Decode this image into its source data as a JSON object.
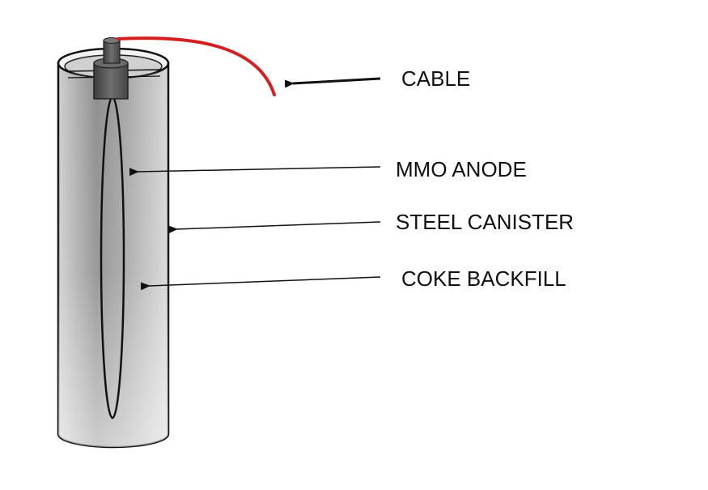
{
  "labels": {
    "cable": "CABLE",
    "mmo_anode": "MMO ANODE",
    "steel_canister": "STEEL CANISTER",
    "coke_backfill": "COKE BACKFILL"
  },
  "colors": {
    "cable": "#d42020",
    "outline": "#111111",
    "canister_light": "#dcdcdc",
    "canister_mid": "#9e9e9e",
    "terminal": "#5a5a5a"
  }
}
